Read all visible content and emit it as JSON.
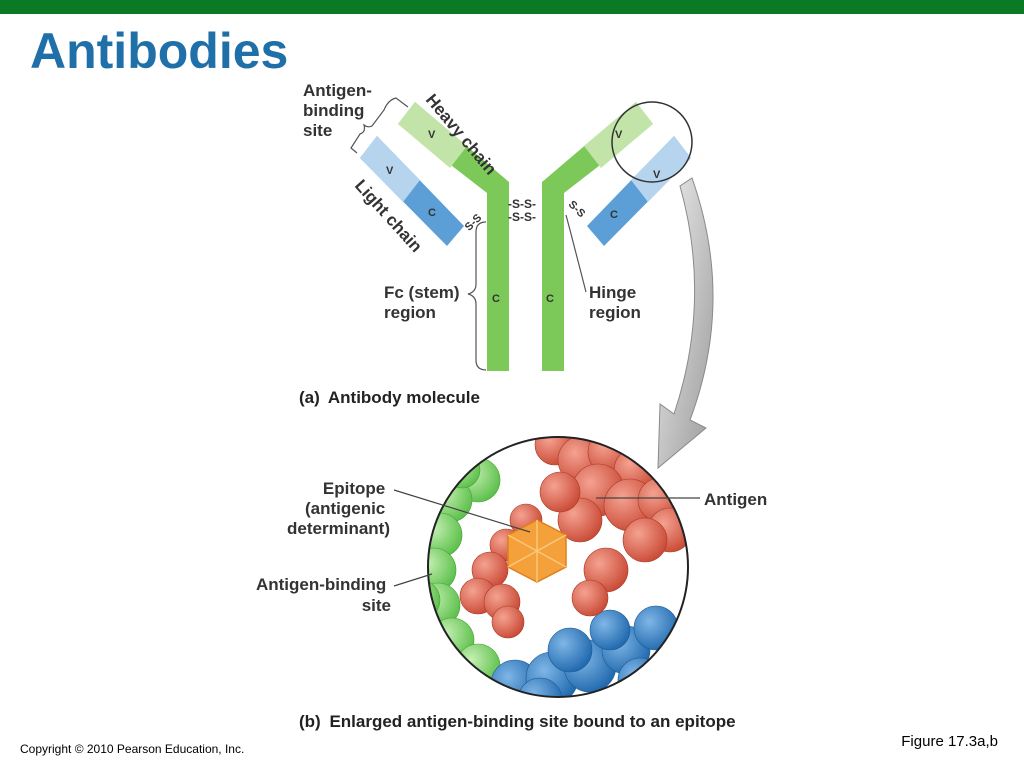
{
  "slide": {
    "title": "Antibodies",
    "figure_ref": "Figure 17.3a,b",
    "copyright": "Copyright © 2010 Pearson Education, Inc.",
    "accent_color": "#0b7a25",
    "title_color": "#1f6fa8"
  },
  "part_a": {
    "antigen_binding_site_l1": "Antigen-",
    "antigen_binding_site_l2": "binding",
    "antigen_binding_site_l3": "site",
    "heavy_chain": "Heavy chain",
    "light_chain": "Light chain",
    "v": "V",
    "c": "C",
    "ss": "-S-S-",
    "ss_side": "S-S",
    "fc_l1": "Fc (stem)",
    "fc_l2": "region",
    "hinge_l1": "Hinge",
    "hinge_l2": "region",
    "caption_prefix": "(a)",
    "caption": "Antibody molecule",
    "colors": {
      "heavy": "#7cc95a",
      "heavy_light": "#c2e4a9",
      "light": "#5b9fd6",
      "light_pale": "#b7d4ee"
    }
  },
  "part_b": {
    "epitope_l1": "Epitope",
    "epitope_l2": "(antigenic",
    "epitope_l3": "determinant)",
    "antigen": "Antigen",
    "abs_l1": "Antigen-binding",
    "abs_l2": "site",
    "caption_prefix": "(b)",
    "caption": "Enlarged antigen-binding site bound to an epitope",
    "colors": {
      "antigen": "#d9614c",
      "epitope": "#f4a13c",
      "green": "#7dd06a",
      "blue": "#3a86c8"
    }
  }
}
